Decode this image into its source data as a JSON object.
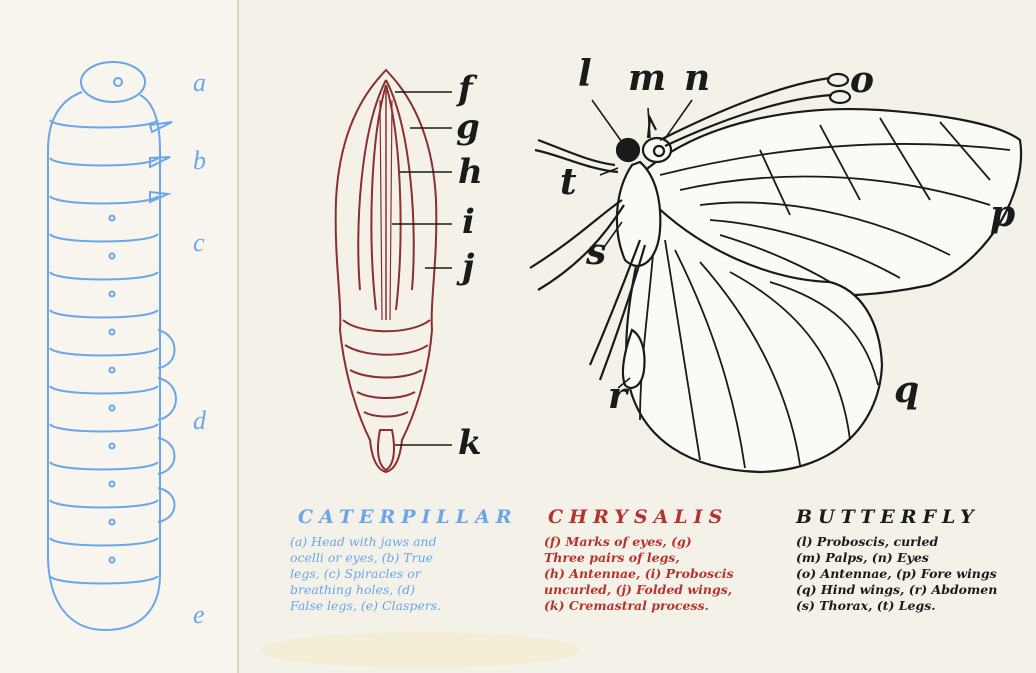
{
  "colors": {
    "background": "#f4f1e8",
    "caterpillar": "#6aa6e8",
    "chrysalis": "#8b2f2f",
    "butterfly": "#1a1a1a"
  },
  "caterpillar": {
    "title": "CATERPILLAR",
    "labels": [
      "a",
      "b",
      "c",
      "d",
      "e"
    ],
    "caption": [
      "(a) Head with jaws and",
      "ocelli or eyes, (b) True",
      "legs, (c) Spiracles or",
      "breathing holes, (d)",
      "False legs, (e) Claspers."
    ]
  },
  "chrysalis": {
    "title": "CHRYSALIS",
    "labels": [
      "f",
      "g",
      "h",
      "i",
      "j",
      "k"
    ],
    "caption": [
      "(f) Marks of eyes, (g)",
      "Three pairs of legs,",
      "(h) Antennae, (i) Proboscis",
      "uncurled, (j) Folded wings,",
      "(k) Cremastral process."
    ]
  },
  "butterfly": {
    "title": "BUTTERFLY",
    "labels": [
      "l",
      "m",
      "n",
      "o",
      "p",
      "q",
      "r",
      "s",
      "t"
    ],
    "caption": [
      "(l) Proboscis, curled",
      "(m) Palps, (n) Eyes",
      "(o) Antennae, (p) Fore wings",
      "(q) Hind wings, (r) Abdomen",
      "(s) Thorax, (t) Legs."
    ]
  }
}
